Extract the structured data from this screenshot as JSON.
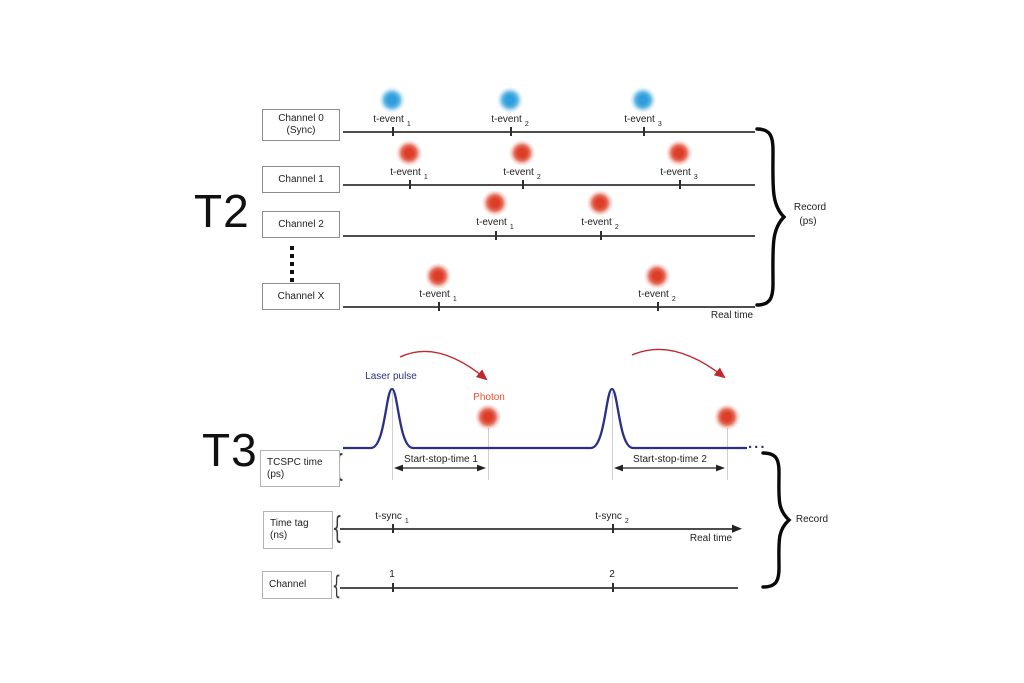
{
  "t2": {
    "title": "T2",
    "real_time": "Real time",
    "record": {
      "label": "Record",
      "unit": "(ps)"
    },
    "channels": [
      {
        "line1": "Channel 0",
        "line2": "(Sync)",
        "events": [
          {
            "label": "t-event",
            "sub": "1"
          },
          {
            "label": "t-event",
            "sub": "2"
          },
          {
            "label": "t-event",
            "sub": "3"
          }
        ]
      },
      {
        "line1": "Channel 1",
        "events": [
          {
            "label": "t-event",
            "sub": "1"
          },
          {
            "label": "t-event",
            "sub": "2"
          },
          {
            "label": "t-event",
            "sub": "3"
          }
        ]
      },
      {
        "line1": "Channel 2",
        "events": [
          {
            "label": "t-event",
            "sub": "1"
          },
          {
            "label": "t-event",
            "sub": "2"
          }
        ]
      },
      {
        "line1": "Channel X",
        "events": [
          {
            "label": "t-event",
            "sub": "1"
          },
          {
            "label": "t-event",
            "sub": "2"
          }
        ]
      }
    ]
  },
  "t3": {
    "title": "T3",
    "brace_glyph": "{",
    "laser_pulse": "Laser pulse",
    "photon": "Photon",
    "start_stop_1": "Start-stop-time 1",
    "start_stop_2": "Start-stop-time 2",
    "ellipsis": "...",
    "record": "Record",
    "real_time": "Real time",
    "rows": [
      {
        "line1": "TCSPC time",
        "line2": "(ps)"
      },
      {
        "line1": "Time tag",
        "line2": "(ns)"
      },
      {
        "line1": "Channel"
      }
    ],
    "t_syncs": [
      {
        "label": "t-sync",
        "sub": "1"
      },
      {
        "label": "t-sync",
        "sub": "2"
      }
    ],
    "channel_ticks": [
      {
        "label": "1"
      },
      {
        "label": "2"
      }
    ]
  },
  "colors": {
    "sync_dot_blue": "#2E9FDC",
    "photon_dot_red": "#DC3E27",
    "laser_curve_navy": "#2B3087",
    "arrow_red": "#C1272D",
    "timeline_gray": "#4D4D4D",
    "text": "#222222"
  }
}
